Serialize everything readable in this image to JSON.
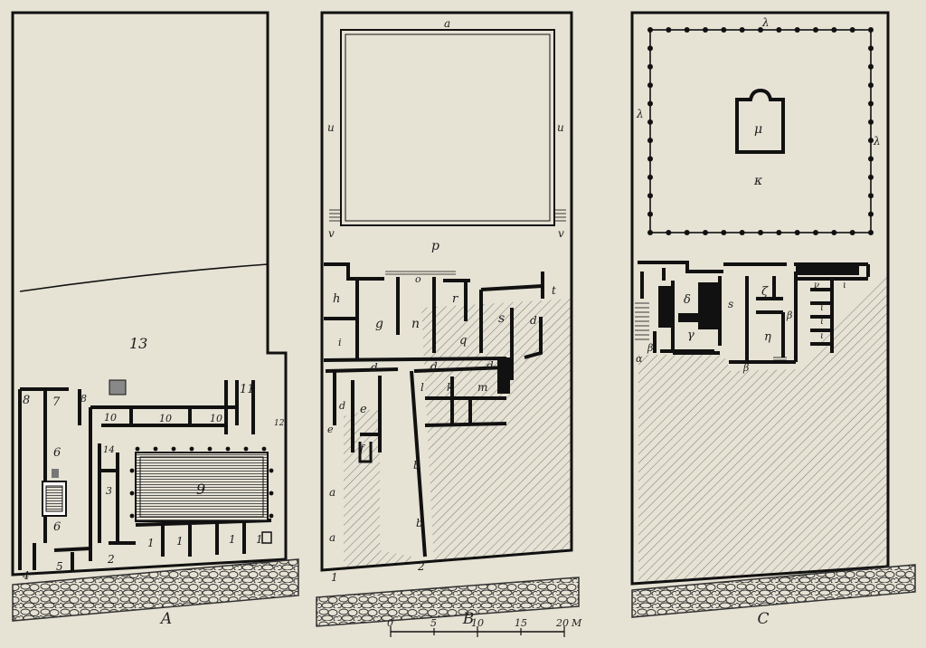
{
  "panels": {
    "A": {
      "label": "A",
      "rooms": {
        "r13": "13",
        "r7": "7",
        "r8": "8",
        "r8b": "8",
        "r10a": "10",
        "r10b": "10",
        "r10c": "10",
        "r11": "11",
        "r12": "12",
        "r6a": "6",
        "r6b": "6",
        "r14": "14",
        "r3": "3",
        "r9": "9",
        "r1a": "1",
        "r1b": "1",
        "r1c": "1",
        "r1d": "1",
        "r2": "2",
        "r4": "4",
        "r5": "5"
      }
    },
    "B": {
      "label": "B",
      "rooms": {
        "a_top": "a",
        "u_left": "u",
        "u_right": "u",
        "v_left": "v",
        "v_right": "v",
        "p": "p",
        "o": "o",
        "h": "h",
        "g": "g",
        "n": "n",
        "r": "r",
        "s": "s",
        "q": "q",
        "t": "t",
        "d1": "d",
        "d2": "d",
        "d3": "d",
        "d4": "d",
        "d5": "d",
        "i": "i",
        "l": "l",
        "k": "k",
        "m": "m",
        "e1": "e",
        "e2": "e",
        "f": "f",
        "a1": "a",
        "a2": "a",
        "b1": "b",
        "b2": "b",
        "n1": "1",
        "n2": "2"
      }
    },
    "C": {
      "label": "C",
      "rooms": {
        "lam_top": "λ",
        "lam_left": "λ",
        "lam_right": "λ",
        "mu": "μ",
        "kappa": "κ",
        "delta": "δ",
        "sigma": "s",
        "zeta": "ζ",
        "gamma": "γ",
        "eta": "η",
        "beta1": "β",
        "beta2": "β",
        "beta3": "β",
        "alpha": "α",
        "nu": "ν",
        "iota1": "ι",
        "iota2": "ι",
        "iota3": "ι",
        "iota4": "ι"
      }
    }
  },
  "scale": {
    "ticks": [
      "0",
      "5",
      "10",
      "15",
      "20"
    ],
    "unit": "M"
  }
}
